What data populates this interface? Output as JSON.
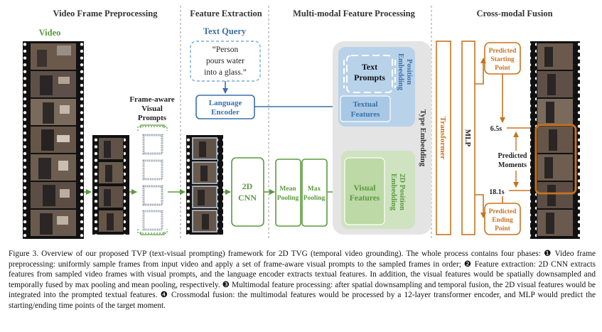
{
  "headers": {
    "video_frame_preprocessing": "Video Frame Preprocessing",
    "feature_extraction": "Feature Extraction",
    "multimodal_processing": "Multi-modal Feature Processing",
    "crossmodal_fusion": "Cross-modal Fusion"
  },
  "labels": {
    "video": "Video",
    "frame_aware_line1": "Frame-aware",
    "frame_aware_line2": "Visual",
    "frame_aware_line3": "Prompts",
    "text_query": "Text Query",
    "query_line1": "“Person",
    "query_line2": "pours water",
    "query_line3": "into a glass.”",
    "language_encoder_line1": "Language",
    "language_encoder_line2": "Encoder",
    "cnn_line1": "2D",
    "cnn_line2": "CNN",
    "mean_pooling_line1": "Mean",
    "mean_pooling_line2": "Pooling",
    "max_pooling_line1": "Max",
    "max_pooling_line2": "Pooling",
    "text_prompts_line1": "Text",
    "text_prompts_line2": "Prompts",
    "position_embedding_line1": "Position",
    "position_embedding_line2": "Embedding",
    "textual_features_line1": "Textual",
    "textual_features_line2": "Features",
    "visual_features_line1": "Visual",
    "visual_features_line2": "Features",
    "pos2d_embedding_line1": "2D Position",
    "pos2d_embedding_line2": "Embedding",
    "type_embedding": "Type Embedding",
    "transformer": "Transformer",
    "mlp": "MLP",
    "pred_start_line1": "Predicted",
    "pred_start_line2": "Starting",
    "pred_start_line3": "Point",
    "pred_end_line1": "Predicted",
    "pred_end_line2": "Ending",
    "pred_end_line3": "Point",
    "pred_moments_line1": "Predicted",
    "pred_moments_line2": "Moments",
    "start_time": "6.5s",
    "end_time": "18.1s"
  },
  "caption": {
    "label": "Figure 3.",
    "text": "Overview of our proposed TVP (text-visual prompting) framework for 2D TVG (temporal video grounding). The whole process contains four phases: ❶ Video frame preprocessing: uniformly sample frames from input video and apply a set of frame-aware visual prompts to the sampled frames in order; ❷ Feature extraction: 2D CNN extracts features from sampled video frames with visual prompts, and the language encoder extracts textual features. In addition, the visual features would be spatially downsampled and temporally fused by max pooling and mean pooling, respectively. ❸ Multimodal feature processing: after spatial downsampling and temporal fusion, the 2D visual features would be integrated into the prompted textual features. ❹ Crossmodal fusion: the multimodal features would be processed by a 12-layer transformer encoder, and MLP would predict the starting/ending time points of the target moment."
  },
  "colors": {
    "green": "#5a9a3c",
    "blue": "#3a70a8",
    "orange": "#c8731e",
    "gray_panel": "#e4e4e4",
    "blue_panel": "#b8d2ea",
    "green_panel": "#cfe3c0"
  }
}
